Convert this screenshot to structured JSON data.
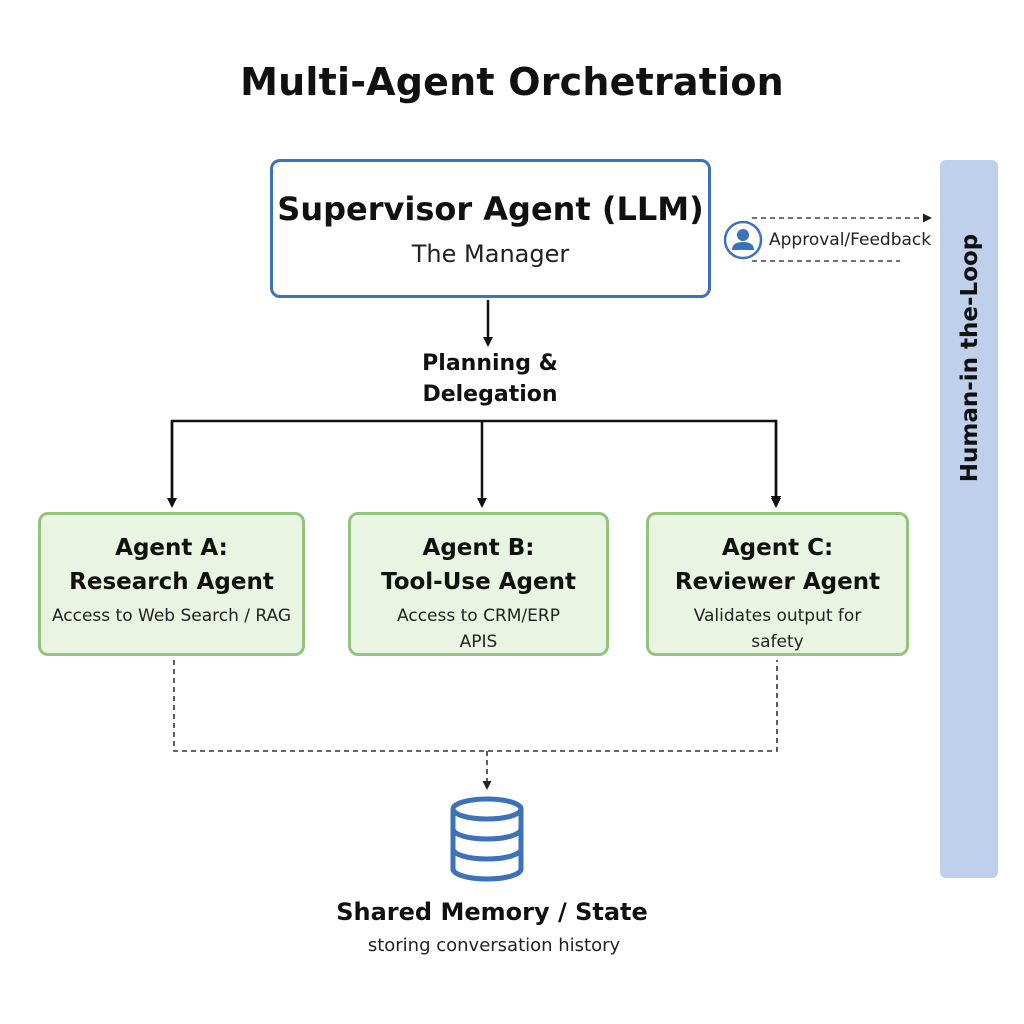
{
  "title": "Multi-Agent Orchetration",
  "supervisor": {
    "name": "Supervisor Agent (LLM)",
    "role": "The Manager"
  },
  "delegation": {
    "line1": "Planning &",
    "line2": "Delegation"
  },
  "agents": [
    {
      "line1": "Agent A:",
      "line2": "Research Agent",
      "description": "Access to Web Search / RAG"
    },
    {
      "line1": "Agent B:",
      "line2": "Tool-Use Agent",
      "description": "Access to CRM/ERP APIS"
    },
    {
      "line1": "Agent C:",
      "line2": "Reviewer Agent",
      "description": "Validates output for safety"
    }
  ],
  "memory": {
    "title": "Shared Memory / State",
    "description": "storing conversation history"
  },
  "human_in_the_loop": {
    "label": "Human-in the-Loop",
    "approval_label": "Approval/Feedback",
    "icon": "user-icon"
  },
  "icons": {
    "storage": "database-icon",
    "human": "user-icon"
  },
  "colors": {
    "supervisor_border": "#3d71b8",
    "agent_border": "#93c47d",
    "agent_fill": "#eaf4e2",
    "hitl_bar": "#bed0ec",
    "icon_blue": "#3d71b8"
  }
}
